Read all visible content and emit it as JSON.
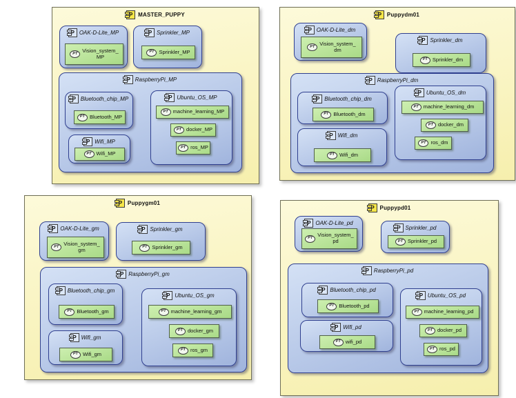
{
  "icons": {
    "p": "P",
    "pt": "PT"
  },
  "colors": {
    "frame_fill_top": "#fdfada",
    "frame_fill_bottom": "#f6efad",
    "frame_border": "#6e6e55",
    "node_fill_top": "#d4e1f5",
    "node_fill_bottom": "#a0b4dd",
    "node_border": "#2f3f8f",
    "component_fill_top": "#cdefb0",
    "component_fill_bottom": "#a9da87",
    "component_border": "#50604a",
    "package_icon_fill": "#f6e649"
  },
  "frames": [
    {
      "title": "MASTER_PUPPY",
      "nodes": {
        "camera": {
          "label": "OAK-D-Lite_MP",
          "component": "Vision_system_\nMP"
        },
        "sprinkler": {
          "label": "Sprinkler_MP",
          "component": "Sprinkler_MP"
        },
        "pi": {
          "label": "RaspberryPi_MP",
          "bluetooth": {
            "label": "Bluetooth_chip_MP",
            "component": "Bluetooth_MP"
          },
          "wifi": {
            "label": "Wifi_MP",
            "component": "Wifi_MP"
          },
          "os": {
            "label": "Ubuntu_OS_MP",
            "components": [
              "machine_learning_MP",
              "docker_MP",
              "ros_MP"
            ]
          }
        }
      }
    },
    {
      "title": "Puppydm01",
      "nodes": {
        "camera": {
          "label": "OAK-D-Lite_dm",
          "component": "Vision_system_\ndm"
        },
        "sprinkler": {
          "label": "Sprinkler_dm",
          "component": "Sprinkler_dm"
        },
        "pi": {
          "label": "RaspberryPi_dm",
          "bluetooth": {
            "label": "Bluetooth_chip_dm",
            "component": "Bluetooth_dm"
          },
          "wifi": {
            "label": "Wifi_dm",
            "component": "Wifi_dm"
          },
          "os": {
            "label": "Ubuntu_OS_dm",
            "components": [
              "machine_learning_dm",
              "docker_dm",
              "ros_dm"
            ]
          }
        }
      }
    },
    {
      "title": "Puppygm01",
      "nodes": {
        "camera": {
          "label": "OAK-D-Lite_gm",
          "component": "Vision_system_\ngm"
        },
        "sprinkler": {
          "label": "Sprinkler_gm",
          "component": "Sprinkler_gm"
        },
        "pi": {
          "label": "RaspberryPi_gm",
          "bluetooth": {
            "label": "Bluetooth_chip_gm",
            "component": "Bluetooth_gm"
          },
          "wifi": {
            "label": "Wifi_gm",
            "component": "Wifi_gm"
          },
          "os": {
            "label": "Ubuntu_OS_gm",
            "components": [
              "machine_learning_gm",
              "docker_gm",
              "ros_gm"
            ]
          }
        }
      }
    },
    {
      "title": "Puppypd01",
      "nodes": {
        "camera": {
          "label": "OAK-D-Lite_pd",
          "component": "Vision_system_\npd"
        },
        "sprinkler": {
          "label": "Sprinkler_pd",
          "component": "Sprinkler_pd"
        },
        "pi": {
          "label": "RaspberryPi_pd",
          "bluetooth": {
            "label": "Bluetooth_chip_pd",
            "component": "Bluetooth_pd"
          },
          "wifi": {
            "label": "Wifi_pd",
            "component": "wifi_pd"
          },
          "os": {
            "label": "Ubuntu_OS_pd",
            "components": [
              "machine_learning_pd",
              "docker_pd",
              "ros_pd"
            ]
          }
        }
      }
    }
  ]
}
